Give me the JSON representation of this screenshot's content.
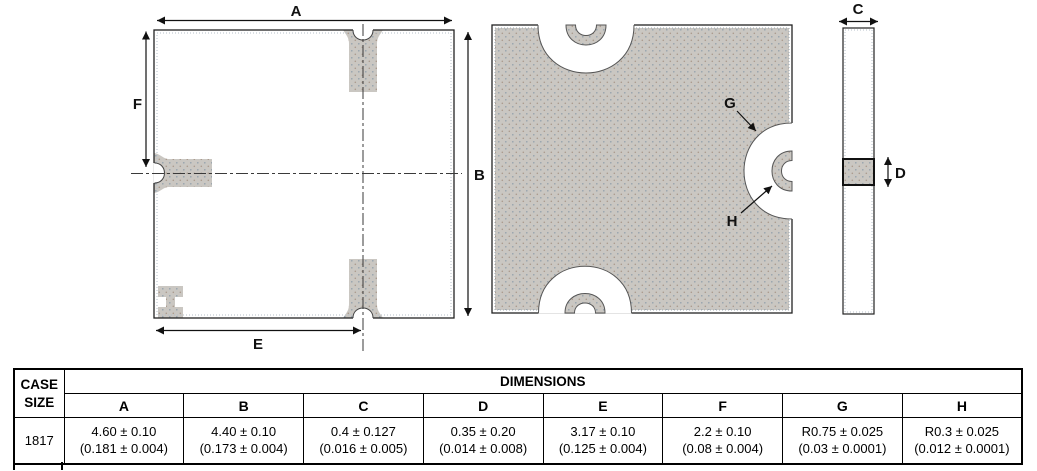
{
  "drawings": {
    "top_view": {
      "name": "chip top view outline with terminal pads",
      "labels": {
        "a": "A",
        "b": "B",
        "e": "E",
        "f": "F"
      }
    },
    "bottom_view": {
      "name": "chip metallized bottom view with castellations",
      "labels": {
        "g": "G",
        "h": "H"
      }
    },
    "side_view": {
      "name": "chip side profile with terminal band",
      "labels": {
        "c": "C",
        "d": "D"
      }
    }
  },
  "colors": {
    "pad_gray": "#cac7c2",
    "stipple_blue": "#93a0ab",
    "stipple_brown": "#ab9a8d",
    "line_black": "#1a1a1a"
  },
  "table": {
    "case": {
      "line1": "CASE",
      "line2": "SIZE",
      "value": "1817"
    },
    "dimensions_header": "DIMENSIONS",
    "columns": [
      {
        "letter": "A",
        "mm": "4.60 ± 0.10",
        "inch": "(0.181 ± 0.004)"
      },
      {
        "letter": "B",
        "mm": "4.40 ± 0.10",
        "inch": "(0.173 ± 0.004)"
      },
      {
        "letter": "C",
        "mm": "0.4 ± 0.127",
        "inch": "(0.016 ± 0.005)"
      },
      {
        "letter": "D",
        "mm": "0.35 ± 0.20",
        "inch": "(0.014 ± 0.008)"
      },
      {
        "letter": "E",
        "mm": "3.17 ± 0.10",
        "inch": "(0.125 ± 0.004)"
      },
      {
        "letter": "F",
        "mm": "2.2 ± 0.10",
        "inch": "(0.08 ± 0.004)"
      },
      {
        "letter": "G",
        "mm": "R0.75 ± 0.025",
        "inch": "(0.03 ± 0.0001)"
      },
      {
        "letter": "H",
        "mm": "R0.3 ± 0.025",
        "inch": "(0.012 ± 0.0001)"
      }
    ]
  }
}
